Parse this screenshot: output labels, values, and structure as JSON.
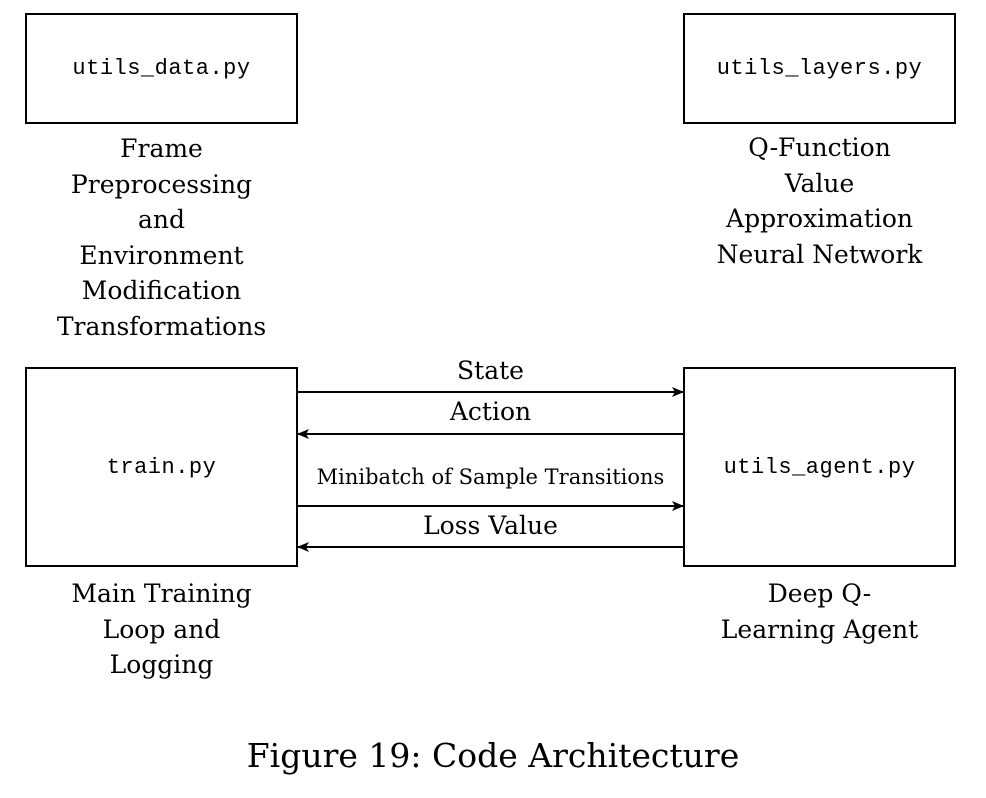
{
  "boxes": {
    "utils_data": "utils_data.py",
    "utils_layers": "utils_layers.py",
    "train": "train.py",
    "utils_agent": "utils_agent.py"
  },
  "captions": {
    "utils_data": [
      "Frame",
      "Preprocessing",
      "and",
      "Environment",
      "Modification",
      "Transformations"
    ],
    "utils_layers": [
      "Q-Function",
      "Value",
      "Approximation",
      "Neural Network"
    ],
    "train": [
      "Main Training",
      "Loop and",
      "Logging"
    ],
    "utils_agent": [
      "Deep Q-",
      "Learning Agent"
    ]
  },
  "arrows": {
    "state": "State",
    "action": "Action",
    "minibatch": "Minibatch of Sample Transitions",
    "loss": "Loss Value"
  },
  "figure_caption": "Figure 19: Code Architecture"
}
